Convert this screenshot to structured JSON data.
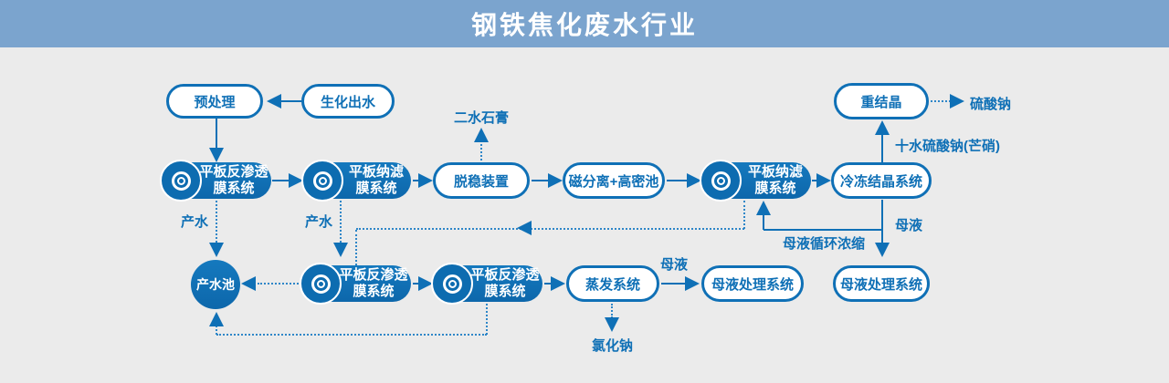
{
  "header": {
    "title": "钢铁焦化废水行业"
  },
  "colors": {
    "primary": "#0f70b6",
    "dotted": "#2e86c8",
    "header_bg": "#7ba4ce",
    "canvas_bg": "#ebebeb"
  },
  "nodes": {
    "pretreatment": "预处理",
    "bio_effluent": "生化出水",
    "recrystallization": "重结晶",
    "ro_membrane": "平板反渗透膜系统",
    "nf_membrane": "平板纳滤膜系统",
    "destabilizer": "脱稳装置",
    "mag_separation": "磁分离+高密池",
    "freeze_crystal": "冷冻结晶系统",
    "product_pool": "产水池",
    "evaporation": "蒸发系统",
    "ml_treatment": "母液处理系统"
  },
  "labels": {
    "gypsum": "二水石膏",
    "sodium_sulfate": "硫酸钠",
    "sodium_sulfate_deca": "十水硫酸钠(芒硝)",
    "product_water": "产水",
    "mother_liquor": "母液",
    "ml_recycle": "母液循环浓缩",
    "sodium_chloride": "氯化钠"
  },
  "icons": {
    "membrane_disc": "concentric-circles"
  }
}
